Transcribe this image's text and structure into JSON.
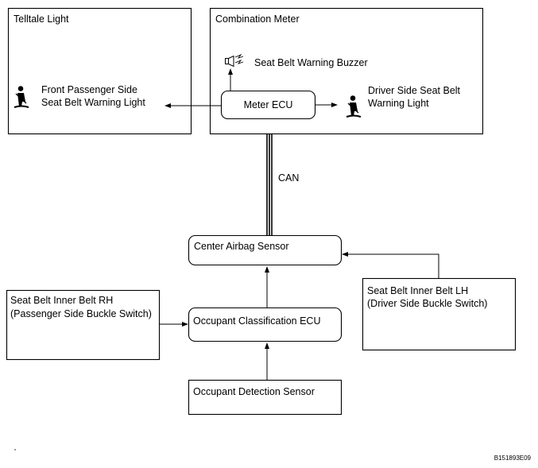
{
  "telltale": {
    "title": "Telltale Light",
    "light_line1": "Front Passenger Side",
    "light_line2": "Seat Belt Warning Light"
  },
  "combination_meter": {
    "title": "Combination Meter",
    "buzzer": "Seat Belt Warning Buzzer",
    "meter_ecu": "Meter ECU",
    "driver_line1": "Driver Side Seat Belt",
    "driver_line2": "Warning Light"
  },
  "bus": {
    "label": "CAN"
  },
  "center_airbag": "Center Airbag Sensor",
  "inner_belt_rh": {
    "line1": "Seat Belt Inner Belt RH",
    "line2": "(Passenger Side Buckle Switch)"
  },
  "inner_belt_lh": {
    "line1": "Seat Belt Inner Belt LH",
    "line2": "(Driver Side Buckle Switch)"
  },
  "occupant_ecu": "Occupant Classification ECU",
  "occupant_sensor": "Occupant Detection Sensor",
  "figure_code": "B151893E09",
  "icons": {
    "seat_belt_light": "seat-belt-warning-icon",
    "buzzer": "buzzer-icon"
  }
}
